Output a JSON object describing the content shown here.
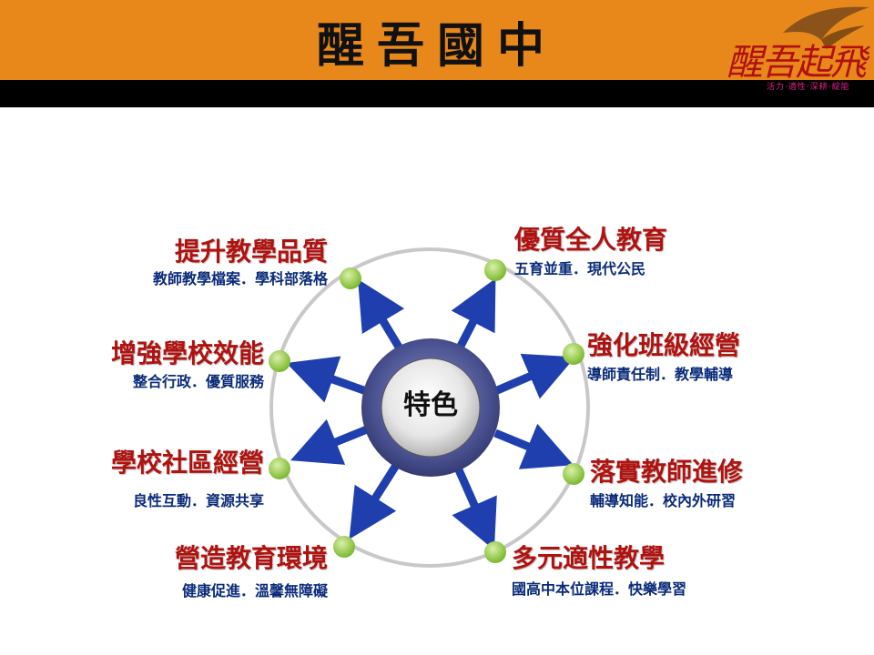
{
  "header": {
    "title": "醒吾國中",
    "logo_text": "醒吾起飛",
    "logo_subtitle": "活力·適性·深耕·綻能"
  },
  "center": {
    "label": "特色"
  },
  "nodes": [
    {
      "title": "提升教學品質",
      "subtitle": "教師教學檔案．學科部落格"
    },
    {
      "title": "優質全人教育",
      "subtitle": "五育並重．現代公民"
    },
    {
      "title": "增強學校效能",
      "subtitle": "整合行政．優質服務"
    },
    {
      "title": "強化班級經營",
      "subtitle": "導師責任制．教學輔導"
    },
    {
      "title": "學校社區經營",
      "subtitle": "良性互動．資源共享"
    },
    {
      "title": "落實教師進修",
      "subtitle": "輔導知能．校內外研習"
    },
    {
      "title": "營造教育環境",
      "subtitle": "健康促進．溫馨無障礙"
    },
    {
      "title": "多元適性教學",
      "subtitle": "國高中本位課程．快樂學習"
    }
  ],
  "colors": {
    "header_orange": "#e8881a",
    "title_red": "#b0120f",
    "subtitle_blue": "#0b2b7a",
    "arrow_blue": "#1f3fae",
    "dot_green": "#8cc43a"
  }
}
